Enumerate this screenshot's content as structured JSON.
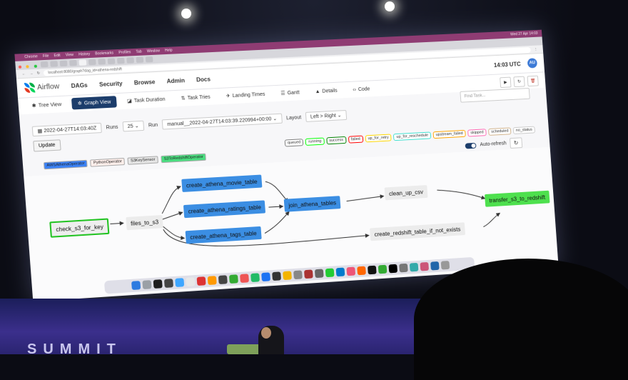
{
  "browser": {
    "menubar": [
      "Chrome",
      "File",
      "Edit",
      "View",
      "History",
      "Bookmarks",
      "Profiles",
      "Tab",
      "Window",
      "Help"
    ],
    "clock": "Wed 27 Apr  14:03",
    "url": "localhost:8080/graph?dag_id=athena-redshift"
  },
  "navbar": {
    "brand": "Airflow",
    "items": [
      "DAGs",
      "Security",
      "Browse",
      "Admin",
      "Docs"
    ],
    "time": "14:03 UTC",
    "user_initials": "AU"
  },
  "view_tabs": [
    "Tree View",
    "Graph View",
    "Task Duration",
    "Task Tries",
    "Landing Times",
    "Gantt",
    "Details",
    "Code"
  ],
  "active_tab": "Graph View",
  "find_task_placeholder": "Find Task...",
  "controls": {
    "base_date": "2022-04-27T14:03:40Z",
    "runs_label": "Runs",
    "runs_value": "25",
    "run_label": "Run",
    "run_value": "manual__2022-04-27T14:03:39.220994+00:00",
    "layout_label": "Layout",
    "layout_value": "Left > Right",
    "update_label": "Update"
  },
  "states": [
    "queued",
    "running",
    "success",
    "failed",
    "up_for_retry",
    "up_for_reschedule",
    "upstream_failed",
    "skipped",
    "scheduled",
    "no_status"
  ],
  "state_colors": {
    "queued": "#808080",
    "running": "#00ff00",
    "success": "#008000",
    "failed": "#ff0000",
    "up_for_retry": "#ffd700",
    "up_for_reschedule": "#40e0d0",
    "upstream_failed": "#ffa500",
    "skipped": "#ff69b4",
    "scheduled": "#d2b48c",
    "no_status": "#ffffff"
  },
  "operators": [
    "AWSAthenaOperator",
    "PythonOperator",
    "S3KeySensor",
    "S3ToRedshiftOperator"
  ],
  "operator_colors": [
    "#3b82f6",
    "#ffefeb",
    "#e6e6e6",
    "#4ade80"
  ],
  "auto_refresh": "Auto-refresh",
  "graph_nodes": {
    "check_s3_for_key": "check_s3_for_key",
    "files_to_s3": "files_to_s3",
    "create_athena_movie_table": "create_athena_movie_table",
    "create_athena_ratings_table": "create_athena_ratings_table",
    "create_athena_tags_table": "create_athena_tags_table",
    "join_athena_tables": "join_athena_tables",
    "clean_up_csv": "clean_up_csv",
    "create_redshift_table_if_not_exists": "create_redshift_table_if_not_exists",
    "transfer_s3_to_redshift": "transfer_s3_to_redshift"
  },
  "node_colors": {
    "athena": "#3b8ee3",
    "python": "#ececec",
    "sensor": "#eeeeee",
    "redshift": "#4ee04e",
    "success_border": "#22c322"
  },
  "event": "SUMMIT"
}
